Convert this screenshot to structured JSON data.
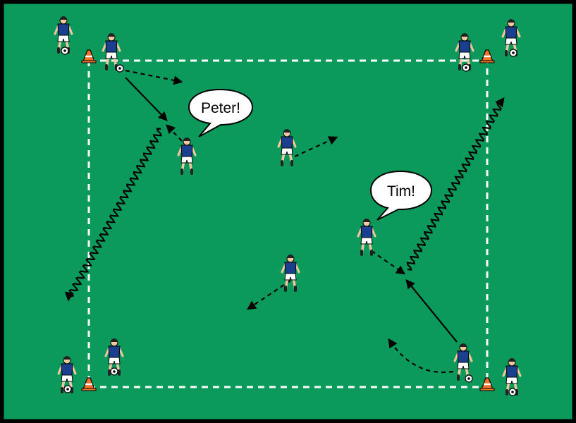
{
  "colors": {
    "pitch": "#0b9a5b",
    "border": "#000000",
    "boundary_line": "#ffffff",
    "arrow": "#000000",
    "jersey": "#1b3f8f",
    "shorts": "#ffffff",
    "skin": "#f2c8a2",
    "cone": "#f0732a",
    "bubble_fill": "#ffffff"
  },
  "callouts": [
    {
      "id": "peter",
      "text": "Peter!"
    },
    {
      "id": "tim",
      "text": "Tim!"
    }
  ],
  "players": [
    {
      "id": "corner-tl-outer",
      "has_ball": true
    },
    {
      "id": "corner-tl-inner",
      "has_ball": true
    },
    {
      "id": "corner-tr-inner",
      "has_ball": true
    },
    {
      "id": "corner-tr-outer",
      "has_ball": true
    },
    {
      "id": "corner-bl-outer",
      "has_ball": true
    },
    {
      "id": "corner-bl-inner",
      "has_ball": true
    },
    {
      "id": "corner-br-inner",
      "has_ball": true
    },
    {
      "id": "corner-br-outer",
      "has_ball": true
    },
    {
      "id": "peter",
      "has_ball": false
    },
    {
      "id": "center-top",
      "has_ball": false
    },
    {
      "id": "tim",
      "has_ball": false
    },
    {
      "id": "center-bottom",
      "has_ball": false
    }
  ],
  "cones": [
    "top-left",
    "top-right",
    "bottom-left",
    "bottom-right"
  ],
  "arrows": [
    {
      "id": "pass-tl",
      "style": "solid"
    },
    {
      "id": "run-tl",
      "style": "dashed"
    },
    {
      "id": "run-peter",
      "style": "dashed"
    },
    {
      "id": "dribble-left",
      "style": "wavy"
    },
    {
      "id": "run-center-top",
      "style": "dashed"
    },
    {
      "id": "run-center-bottom",
      "style": "dashed"
    },
    {
      "id": "run-tim",
      "style": "dashed"
    },
    {
      "id": "pass-br",
      "style": "solid"
    },
    {
      "id": "run-br",
      "style": "dashed"
    },
    {
      "id": "dribble-right",
      "style": "wavy"
    }
  ]
}
